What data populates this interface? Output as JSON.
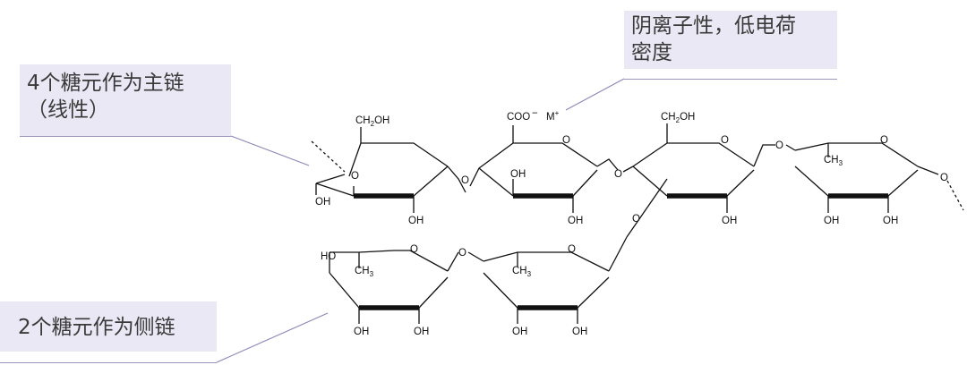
{
  "callouts": {
    "main_chain": {
      "line1": "4个糖元作为主链",
      "line2": "（线性）"
    },
    "anion": {
      "line1": "阴离子性，低电荷",
      "line2": "密度"
    },
    "side_chain": {
      "line1": "2个糖元作为侧链"
    }
  },
  "structure": {
    "labels": {
      "ch2oh": "CH2OH",
      "oh": "OH",
      "ho": "HO",
      "ring_o": "O",
      "glyco_o": "O",
      "coo": "COO",
      "minus": "−",
      "m_plus": "M+",
      "ch3": "CH3"
    }
  },
  "colors": {
    "callout_bg": "#e9e8f4",
    "pointer_line": "#8a86b6",
    "bond": "#111111"
  }
}
